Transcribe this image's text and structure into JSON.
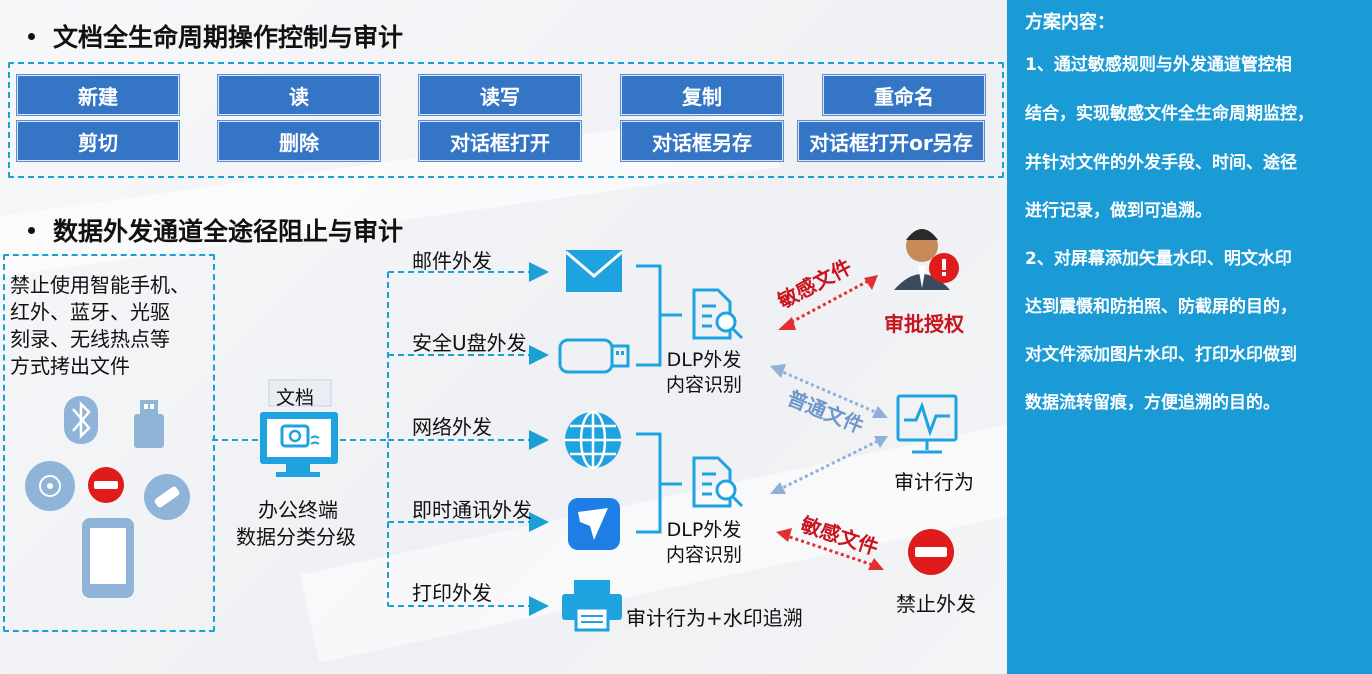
{
  "section1": {
    "title": "文档全生命周期操作控制与审计"
  },
  "ops": [
    "新建",
    "读",
    "读写",
    "复制",
    "重命名",
    "剪切",
    "删除",
    "对话框打开",
    "对话框另存",
    "对话框打开or另存"
  ],
  "section2": {
    "title": "数据外发通道全途径阻止与审计"
  },
  "left_panel": {
    "lines": [
      "禁止使用智能手机、",
      "红外、蓝牙、光驱",
      "刻录、无线热点等",
      "方式拷出文件"
    ]
  },
  "center": {
    "doc_label": "文档",
    "terminal_line1": "办公终端",
    "terminal_line2": "数据分类分级"
  },
  "channels": [
    "邮件外发",
    "安全U盘外发",
    "网络外发",
    "即时通讯外发",
    "打印外发"
  ],
  "dlp": {
    "line1": "DLP外发",
    "line2": "内容识别"
  },
  "print_result": "审计行为+水印追溯",
  "arrows": {
    "sensitive": "敏感文件",
    "normal": "普通文件"
  },
  "outcomes": {
    "approve": "审批授权",
    "audit": "审计行为",
    "block": "禁止外发"
  },
  "sidebar": {
    "title": "方案内容：",
    "lines": [
      "1、通过敏感规则与外发通道管控相",
      "结合，实现敏感文件全生命周期监控，",
      "并针对文件的外发手段、时间、途径",
      "进行记录，做到可追溯。",
      "2、对屏幕添加矢量水印、明文水印",
      "达到震慑和防拍照、防截屏的目的，",
      "对文件添加图片水印、打印水印做到",
      "数据流转留痕，方便追溯的目的。"
    ]
  },
  "colors": {
    "accent": "#1a9bd6",
    "button": "#3575c5",
    "red": "#c8141e",
    "icon": "#1fa2e0"
  }
}
